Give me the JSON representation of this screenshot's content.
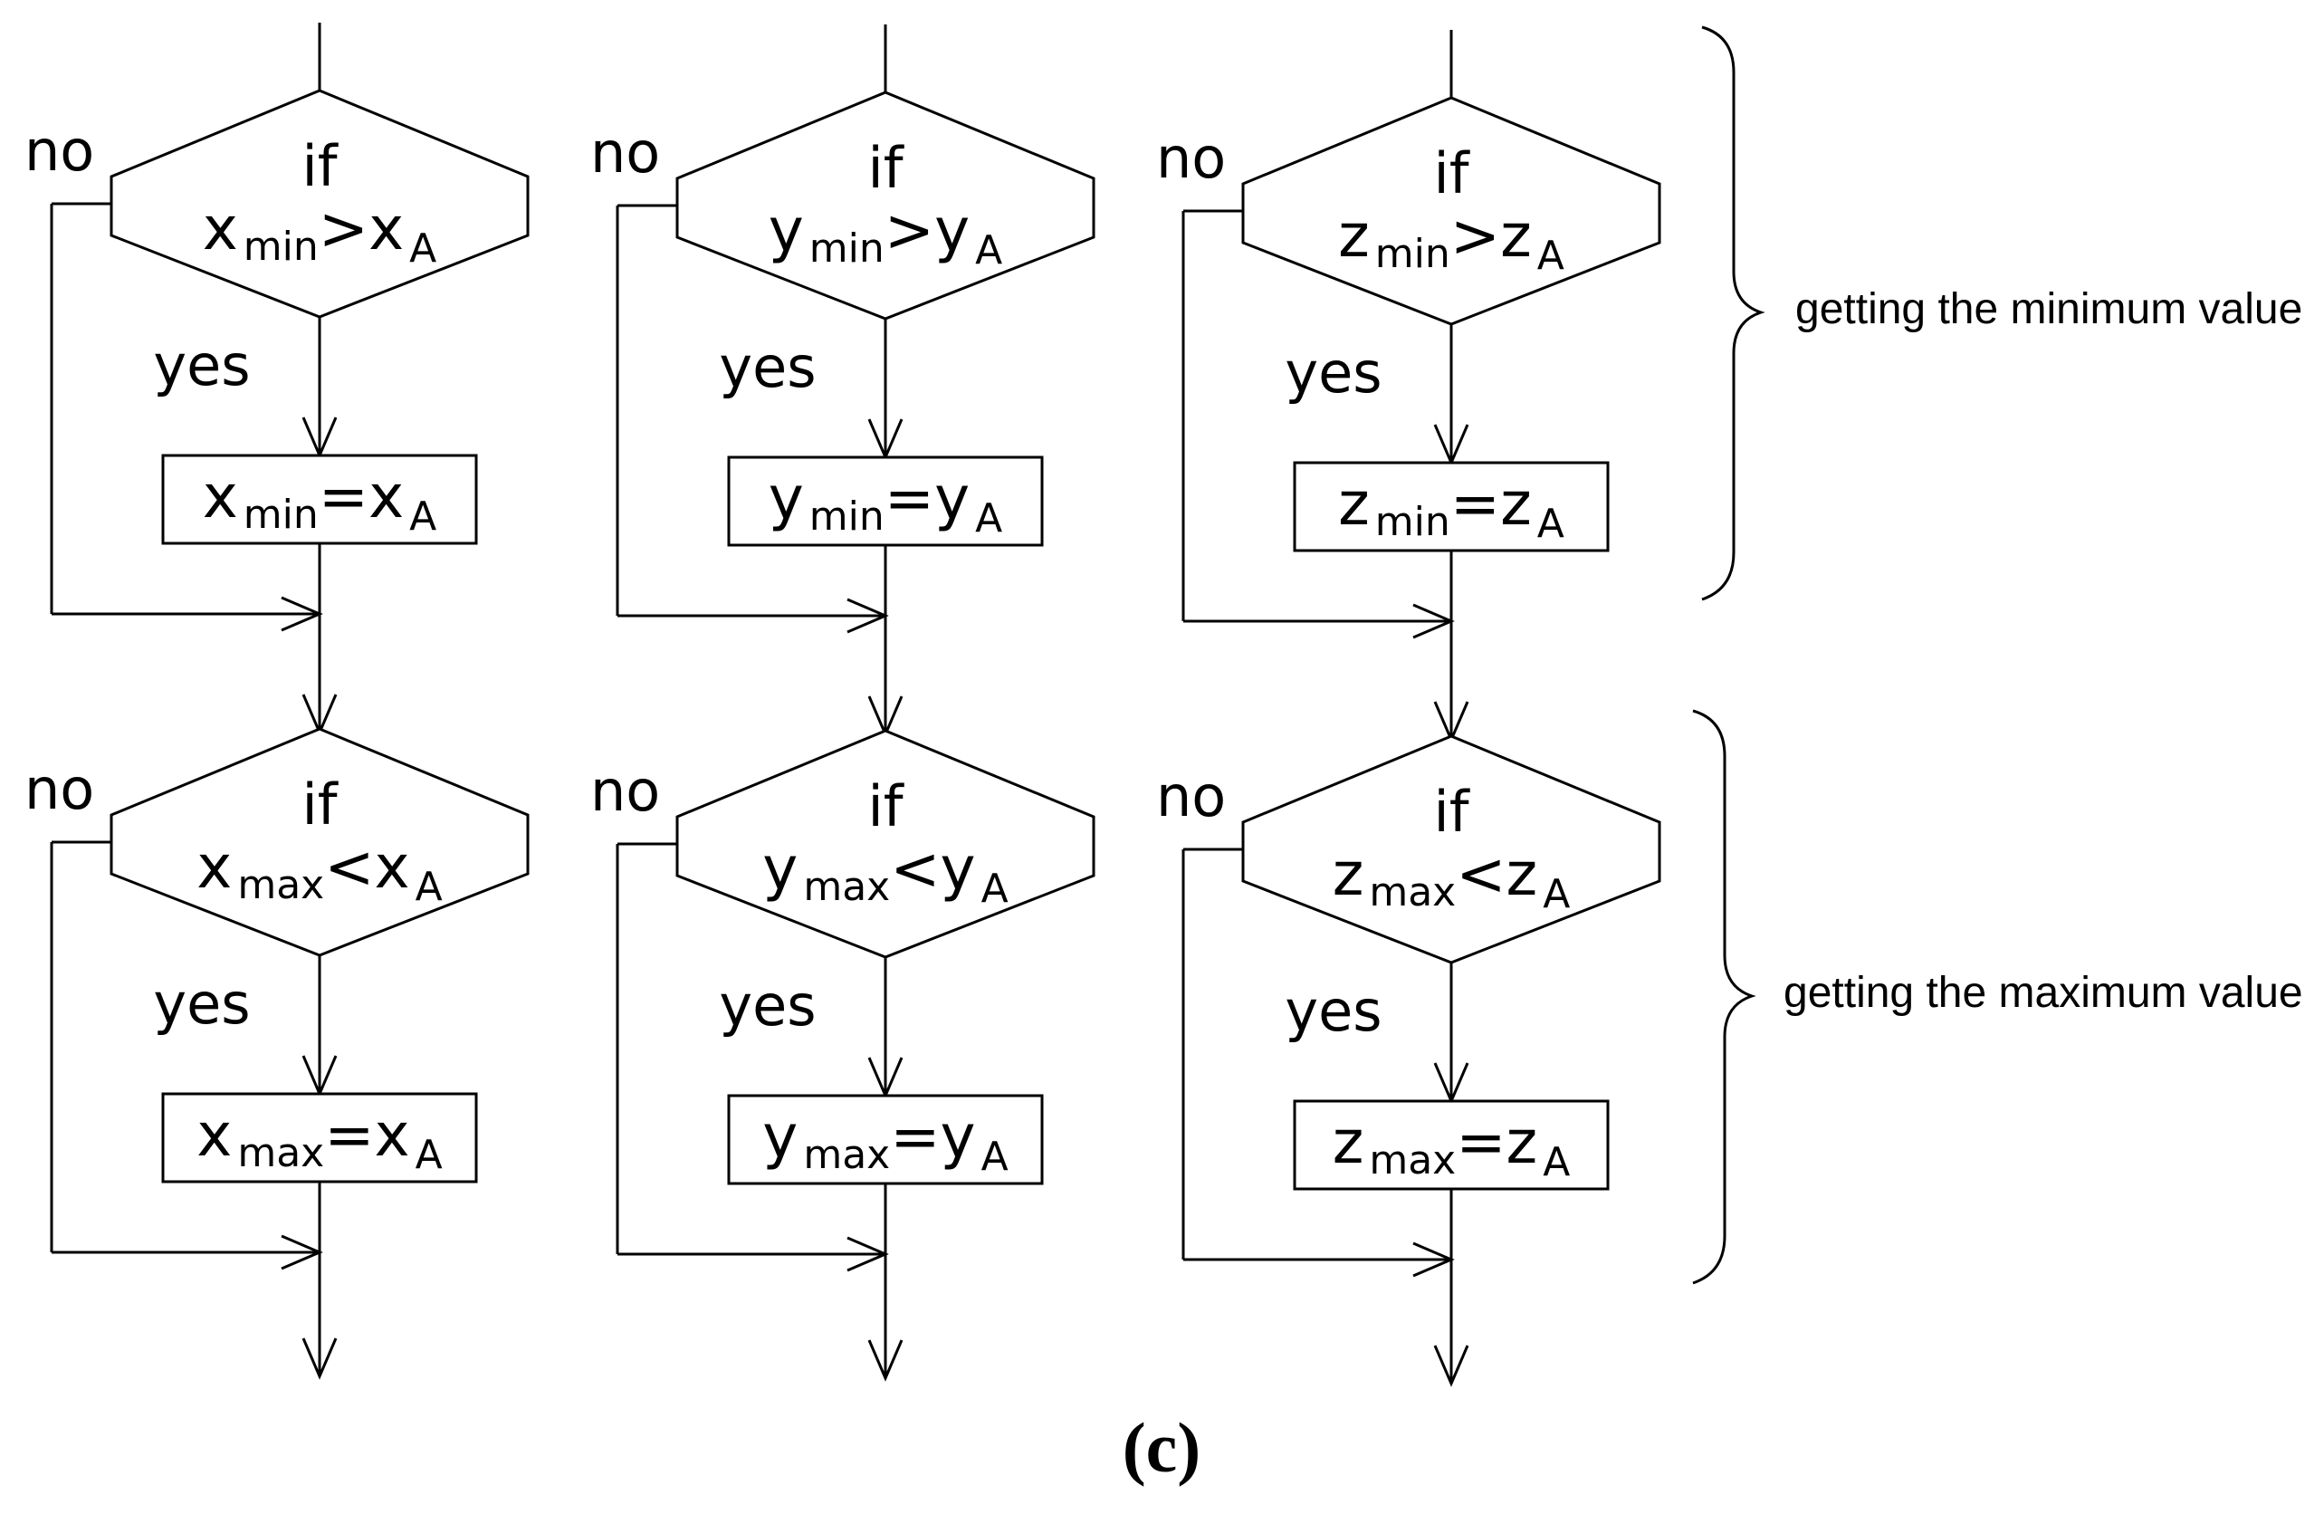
{
  "labels": {
    "yes": "yes",
    "no": "no",
    "if": "if"
  },
  "columns": [
    {
      "min_test": {
        "var": "x",
        "sub": "min",
        "op": ">",
        "rhs": "x",
        "rhs_sub": "A"
      },
      "min_assign": {
        "var": "x",
        "sub": "min",
        "op": "=",
        "rhs": "x",
        "rhs_sub": "A"
      },
      "max_test": {
        "var": "x",
        "sub": "max",
        "op": "<",
        "rhs": "x",
        "rhs_sub": "A"
      },
      "max_assign": {
        "var": "x",
        "sub": "max",
        "op": "=",
        "rhs": "x",
        "rhs_sub": "A"
      }
    },
    {
      "min_test": {
        "var": "y",
        "sub": "min",
        "op": ">",
        "rhs": "y",
        "rhs_sub": "A"
      },
      "min_assign": {
        "var": "y",
        "sub": "min",
        "op": "=",
        "rhs": "y",
        "rhs_sub": "A"
      },
      "max_test": {
        "var": "y",
        "sub": "max",
        "op": "<",
        "rhs": "y",
        "rhs_sub": "A"
      },
      "max_assign": {
        "var": "y",
        "sub": "max",
        "op": "=",
        "rhs": "y",
        "rhs_sub": "A"
      }
    },
    {
      "min_test": {
        "var": "z",
        "sub": "min",
        "op": ">",
        "rhs": "z",
        "rhs_sub": "A"
      },
      "min_assign": {
        "var": "z",
        "sub": "min",
        "op": "=",
        "rhs": "z",
        "rhs_sub": "A"
      },
      "max_test": {
        "var": "z",
        "sub": "max",
        "op": "<",
        "rhs": "z",
        "rhs_sub": "A"
      },
      "max_assign": {
        "var": "z",
        "sub": "max",
        "op": "=",
        "rhs": "z",
        "rhs_sub": "A"
      }
    }
  ],
  "brackets": {
    "min_label": "getting the minimum value",
    "max_label": "getting the maximum value"
  },
  "caption": "(c)"
}
